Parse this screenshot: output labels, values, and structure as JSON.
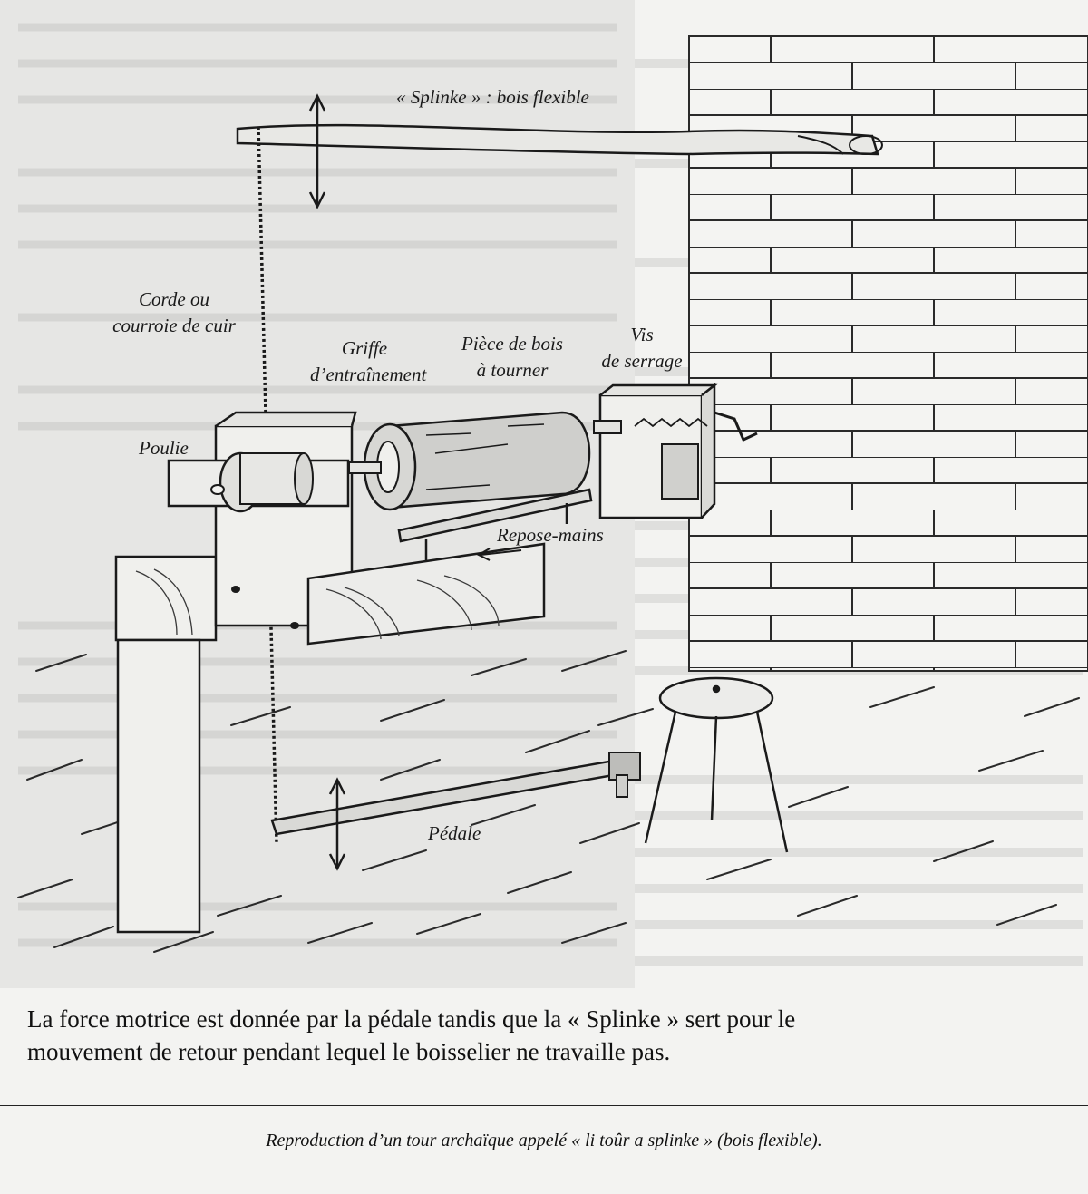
{
  "labels": {
    "splinke": "« Splinke » : bois flexible",
    "corde_line1": "Corde ou",
    "corde_line2": "courroie de cuir",
    "griffe_line1": "Griffe",
    "griffe_line2": "d’entraînement",
    "piece_line1": "Pièce de bois",
    "piece_line2": "à tourner",
    "vis_line1": "Vis",
    "vis_line2": "de serrage",
    "poulie": "Poulie",
    "repose_mains": "Repose-mains",
    "pedale": "Pédale"
  },
  "caption_line1": "La force motrice est donnée par la pédale tandis que la « Splinke » sert pour le",
  "caption_line2": "mouvement de retour pendant lequel le boisselier ne travaille pas.",
  "footnote": "Reproduction d’un tour archaïque appelé « li toûr a splinke » (bois flexible)."
}
